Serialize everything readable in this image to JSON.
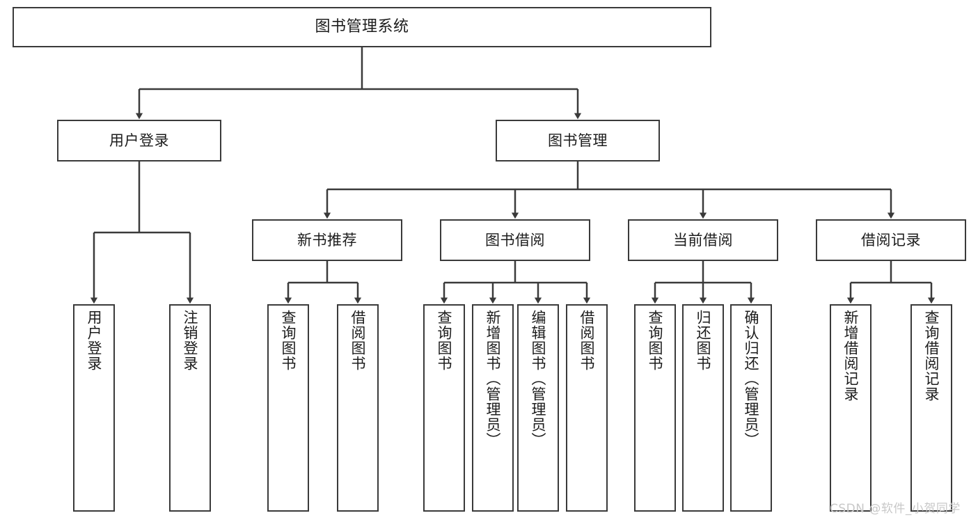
{
  "diagram": {
    "title": "图书管理系统",
    "watermark": "CSDN @软件_小贺同学",
    "colors": {
      "stroke": "#3a3a3a",
      "fill": "#ffffff",
      "text": "#1c1c1c",
      "watermark": "#c8c8c8",
      "background": "#ffffff"
    },
    "levels": {
      "level1": [
        {
          "id": "root",
          "label": "图书管理系统"
        }
      ],
      "level2": [
        {
          "id": "user-login",
          "label": "用户登录"
        },
        {
          "id": "book-manage",
          "label": "图书管理"
        }
      ],
      "level3": [
        {
          "id": "new-book-rec",
          "label": "新书推荐",
          "parent": "book-manage"
        },
        {
          "id": "book-borrow",
          "label": "图书借阅",
          "parent": "book-manage"
        },
        {
          "id": "current-borrow",
          "label": "当前借阅",
          "parent": "book-manage"
        },
        {
          "id": "borrow-record",
          "label": "借阅记录",
          "parent": "book-manage"
        }
      ],
      "level4": [
        {
          "id": "leaf-user-login",
          "label": "用户登录",
          "parent": "user-login"
        },
        {
          "id": "leaf-logout",
          "label": "注销登录",
          "parent": "user-login"
        },
        {
          "id": "leaf-query-book-1",
          "label": "查询图书",
          "parent": "new-book-rec"
        },
        {
          "id": "leaf-borrow-book-1",
          "label": "借阅图书",
          "parent": "new-book-rec"
        },
        {
          "id": "leaf-query-book-2",
          "label": "查询图书",
          "parent": "book-borrow"
        },
        {
          "id": "leaf-add-book",
          "label": "新增图书（管理员）",
          "parent": "book-borrow"
        },
        {
          "id": "leaf-edit-book",
          "label": "编辑图书（管理员）",
          "parent": "book-borrow"
        },
        {
          "id": "leaf-borrow-book-2",
          "label": "借阅图书",
          "parent": "book-borrow"
        },
        {
          "id": "leaf-query-book-3",
          "label": "查询图书",
          "parent": "current-borrow"
        },
        {
          "id": "leaf-return-book",
          "label": "归还图书",
          "parent": "current-borrow"
        },
        {
          "id": "leaf-confirm-return",
          "label": "确认归还（管理员）",
          "parent": "current-borrow"
        },
        {
          "id": "leaf-add-record",
          "label": "新增借阅记录",
          "parent": "borrow-record"
        },
        {
          "id": "leaf-query-record",
          "label": "查询借阅记录",
          "parent": "borrow-record"
        }
      ]
    }
  }
}
